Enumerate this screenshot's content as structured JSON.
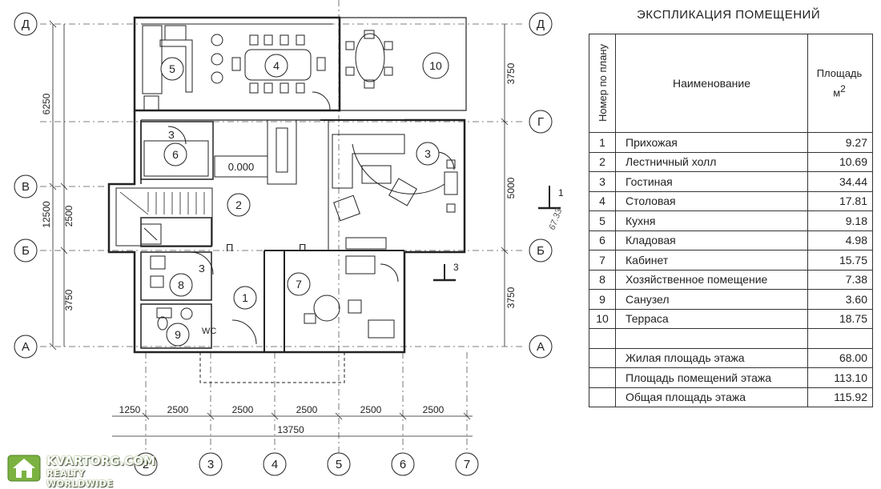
{
  "plan": {
    "axes_letters": {
      "d": "Д",
      "g": "Г",
      "v": "В",
      "b": "Б",
      "a": "А"
    },
    "axes_numbers": [
      "2",
      "3",
      "4",
      "5",
      "6",
      "7"
    ],
    "dims_left_outer": {
      "top": "6250",
      "total": "12500"
    },
    "dims_left_inner": {
      "mid": "2500",
      "bottom": "3750"
    },
    "dims_right": {
      "top": "3750",
      "mid": "5000",
      "bottom": "3750"
    },
    "dims_bottom": [
      "1250",
      "2500",
      "2500",
      "2500",
      "2500",
      "2500"
    ],
    "dim_total": "13750",
    "level_mark": "0.000",
    "section_mark": "1",
    "section_mark2": "3",
    "handwritten_note": "67.33",
    "rooms": {
      "r1": "1",
      "r2": "2",
      "r3": "3",
      "r4": "4",
      "r5": "5",
      "r6": "6",
      "r7": "7",
      "r8": "8",
      "r9": "9",
      "r10": "10"
    },
    "door_marks": {
      "d3a": "З",
      "d3b": "З",
      "p1": "П",
      "p2": "П."
    },
    "wc_label": "WC"
  },
  "explication": {
    "title": "ЭКСПЛИКАЦИЯ ПОМЕЩЕНИЙ",
    "col_num": "Номер по плану",
    "col_name": "Наименование",
    "col_area": "Площадь",
    "col_area_unit": "м",
    "col_area_sup": "2",
    "rows": [
      {
        "num": "1",
        "name": "Прихожая",
        "area": "9.27"
      },
      {
        "num": "2",
        "name": "Лестничный холл",
        "area": "10.69"
      },
      {
        "num": "3",
        "name": "Гостиная",
        "area": "34.44"
      },
      {
        "num": "4",
        "name": "Столовая",
        "area": "17.81"
      },
      {
        "num": "5",
        "name": "Кухня",
        "area": "9.18"
      },
      {
        "num": "6",
        "name": "Кладовая",
        "area": "4.98"
      },
      {
        "num": "7",
        "name": "Кабинет",
        "area": "15.75"
      },
      {
        "num": "8",
        "name": "Хозяйственное помещение",
        "area": "7.38"
      },
      {
        "num": "9",
        "name": "Санузел",
        "area": "3.60"
      },
      {
        "num": "10",
        "name": "Терраса",
        "area": "18.75"
      }
    ],
    "totals": [
      {
        "name": "Жилая площадь этажа",
        "area": "68.00"
      },
      {
        "name": "Площадь помещений этажа",
        "area": "113.10"
      },
      {
        "name": "Общая площадь этажа",
        "area": "115.92"
      }
    ]
  },
  "watermark": {
    "line1": "KVARTORG.COM",
    "line2": "REALTY WORLDWIDE"
  }
}
